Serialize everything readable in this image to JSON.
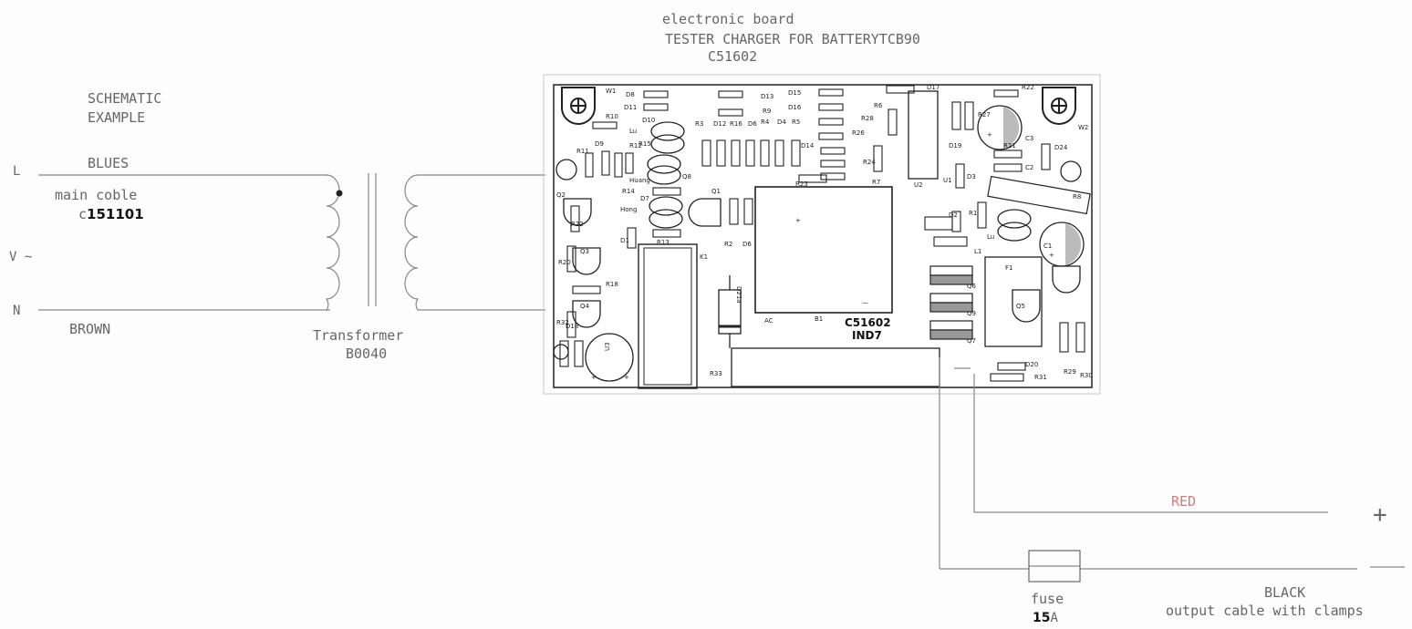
{
  "board": {
    "title_line1": "electronic board",
    "title_line2": "TESTER CHARGER FOR BATTERYTCB90",
    "code": "C51602",
    "pcb_code": "C51602",
    "pcb_code2": "IND7"
  },
  "schematic": {
    "line1": "SCHEMATIC",
    "line2": "EXAMPLE"
  },
  "mains": {
    "L": "L",
    "N": "N",
    "V": "V ~",
    "blues": "BLUES",
    "brown": "BROWN",
    "cable_label": "main coble",
    "cable_prefix": "c",
    "cable_code": "151101"
  },
  "transformer": {
    "label": "Transformer",
    "code": "B0040"
  },
  "output": {
    "red": "RED",
    "black": "BLACK",
    "plus": "+",
    "minus": "—",
    "cable": "output cable with clamps"
  },
  "fuse": {
    "label": "fuse",
    "rating_bold": "15",
    "rating_unit": "A"
  },
  "pcb_labels": {
    "w1": "W1",
    "w2": "W2",
    "d8": "D8",
    "d11": "D11",
    "r10": "R10",
    "d10": "D10",
    "lu1": "Lu",
    "r15": "R15",
    "r3": "R3",
    "d12": "D12",
    "r16": "R16",
    "d6": "D6",
    "r4": "R4",
    "d4": "D4",
    "r5": "R5",
    "d13": "D13",
    "r9": "R9",
    "d15": "D15",
    "d16": "D16",
    "d14": "D14",
    "d17": "D17",
    "r6": "R6",
    "r28": "R28",
    "r26": "R26",
    "r22": "R22",
    "r27": "R27",
    "d19": "D19",
    "r21": "R21",
    "c3": "C3",
    "d24": "D24",
    "c2": "C2",
    "r11": "R11",
    "d9": "D9",
    "r12": "R12",
    "q2": "Q2",
    "q8": "Q8",
    "huang": "Huang",
    "r14": "R14",
    "d7": "D7",
    "hong": "Hong",
    "q1": "Q1",
    "r23": "R23",
    "r7": "R7",
    "r24": "R24",
    "u2": "U2",
    "u1": "U1",
    "d3": "D3",
    "r8": "R8",
    "r22b": "R22",
    "d1": "D1",
    "r1": "R1",
    "d2": "D2",
    "lu2": "Lu",
    "c1": "C1",
    "r13": "R13",
    "r2": "R2",
    "d6b": "D6",
    "r20": "R20",
    "q3": "Q3",
    "k1": "K1",
    "d21a": "D21a",
    "l1": "L1",
    "f1": "F1",
    "r18": "R18",
    "q6": "Q6",
    "q5": "Q5",
    "q4": "Q4",
    "d18": "D18",
    "r32": "R32",
    "q9": "Q9",
    "q7": "Q7",
    "u3": "U3",
    "ac": "AC",
    "b1": "B1",
    "r33": "R33",
    "d20": "D20",
    "r31": "R31",
    "r29": "R29",
    "r30": "R30",
    "plus_a": "+",
    "plus_b": "+",
    "minus_a": "—"
  }
}
